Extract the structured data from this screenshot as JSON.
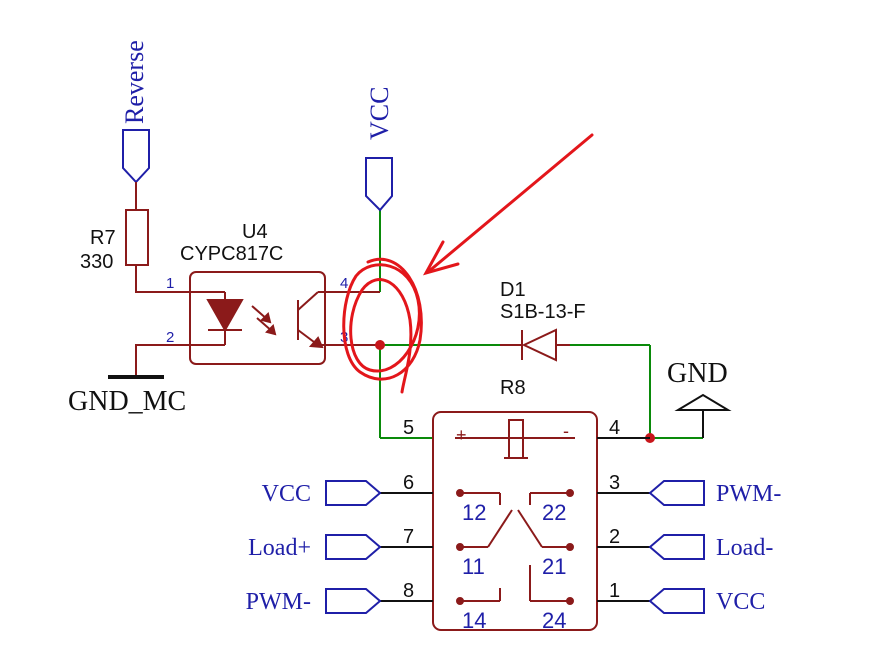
{
  "colors": {
    "wire": "#0a8a0a",
    "component": "#8b1a1a",
    "net_label": "#1f1fa8",
    "annotation": "#e3161b",
    "text": "#111111",
    "junction": "#c8161b"
  },
  "net_labels": {
    "reverse": "Reverse",
    "vcc_top": "VCC",
    "gnd": "GND",
    "gnd_mc": "GND_MC",
    "left": [
      "VCC",
      "Load+",
      "PWM-"
    ],
    "right": [
      "PWM-",
      "Load-",
      "VCC"
    ]
  },
  "components": {
    "r7": {
      "ref": "R7",
      "value": "330"
    },
    "u4": {
      "ref": "U4",
      "value": "CYPC817C",
      "pins": [
        "1",
        "2",
        "3",
        "4"
      ]
    },
    "d1": {
      "ref": "D1",
      "value": "S1B-13-F"
    },
    "r8": {
      "ref": "R8"
    },
    "relay": {
      "plus": "+",
      "minus": "-",
      "pins_left": [
        "5",
        "6",
        "7",
        "8"
      ],
      "pins_right": [
        "4",
        "3",
        "2",
        "1"
      ],
      "contacts": [
        "12",
        "22",
        "11",
        "21",
        "14",
        "24"
      ]
    }
  }
}
